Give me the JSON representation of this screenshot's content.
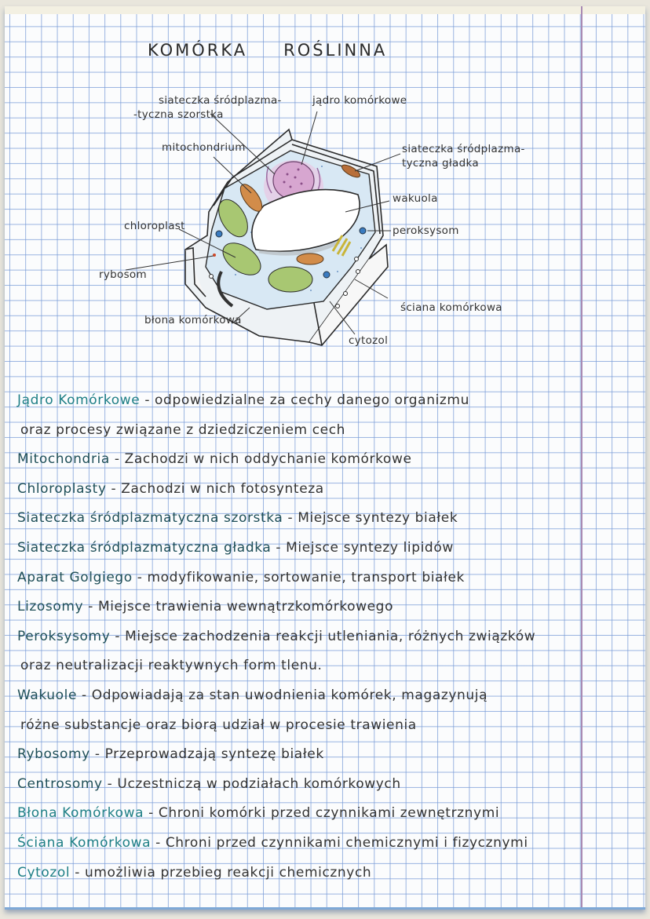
{
  "page": {
    "title_words": [
      "KOMÓRKA",
      "ROŚLINNA"
    ],
    "colors": {
      "paper": "#fbfcfd",
      "grid": "#789bd7",
      "margin_line": "#a88ab3",
      "ink": "#333333",
      "term_ink": "#1f4f58",
      "term_teal": "#1f7f86"
    }
  },
  "diagram": {
    "labels": {
      "rough_er_line1": "siateczka śródplazma-",
      "rough_er_line2": "-tyczna szorstka",
      "nucleus": "jądro komórkowe",
      "mitochondrion": "mitochondrium",
      "smooth_er_line1": "siateczka śródplazma-",
      "smooth_er_line2": "tyczna gładka",
      "vacuole": "wakuola",
      "chloroplast": "chloroplast",
      "peroxisome": "peroksysom",
      "ribosome": "rybosom",
      "cell_wall": "ściana komórkowa",
      "cell_membrane": "błona komórkowa",
      "cytosol": "cytozol"
    }
  },
  "notes": [
    {
      "term": "Jądro Komórkowe",
      "desc": "odpowiedzialne za cechy danego organizmu",
      "cont": "oraz procesy związane z dziedziczeniem cech",
      "style": "teal"
    },
    {
      "term": "Mitochondria",
      "desc": "Zachodzi w nich oddychanie komórkowe",
      "style": "dark"
    },
    {
      "term": "Chloroplasty",
      "desc": "Zachodzi w nich fotosynteza",
      "style": "dark"
    },
    {
      "term": "Siateczka śródplazmatyczna szorstka",
      "desc": "Miejsce syntezy białek",
      "style": "dark"
    },
    {
      "term": "Siateczka śródplazmatyczna gładka",
      "desc": "Miejsce syntezy lipidów",
      "style": "dark"
    },
    {
      "term": "Aparat Golgiego",
      "desc": "modyfikowanie, sortowanie, transport białek",
      "style": "dark"
    },
    {
      "term": "Lizosomy",
      "desc": "Miejsce trawienia wewnątrzkomórkowego",
      "style": "dark"
    },
    {
      "term": "Peroksysomy",
      "desc": "Miejsce zachodzenia reakcji utleniania, różnych związków",
      "cont": "oraz neutralizacji reaktywnych form tlenu.",
      "style": "dark"
    },
    {
      "term": "Wakuole",
      "desc": "Odpowiadają za stan uwodnienia komórek, magazynują",
      "cont": "różne substancje oraz biorą udział w procesie trawienia",
      "style": "dark"
    },
    {
      "term": "Rybosomy",
      "desc": "Przeprowadzają syntezę białek",
      "style": "dark"
    },
    {
      "term": "Centrosomy",
      "desc": "Uczestniczą w podziałach komórkowych",
      "style": "dark"
    },
    {
      "term": "Błona Komórkowa",
      "desc": "Chroni komórki przed czynnikami zewnętrznymi",
      "style": "teal"
    },
    {
      "term": "Ściana Komórkowa",
      "desc": "Chroni przed czynnikami chemicznymi i fizycznymi",
      "style": "teal"
    },
    {
      "term": "Cytozol",
      "desc": "umożliwia przebieg reakcji chemicznych",
      "style": "teal"
    }
  ]
}
